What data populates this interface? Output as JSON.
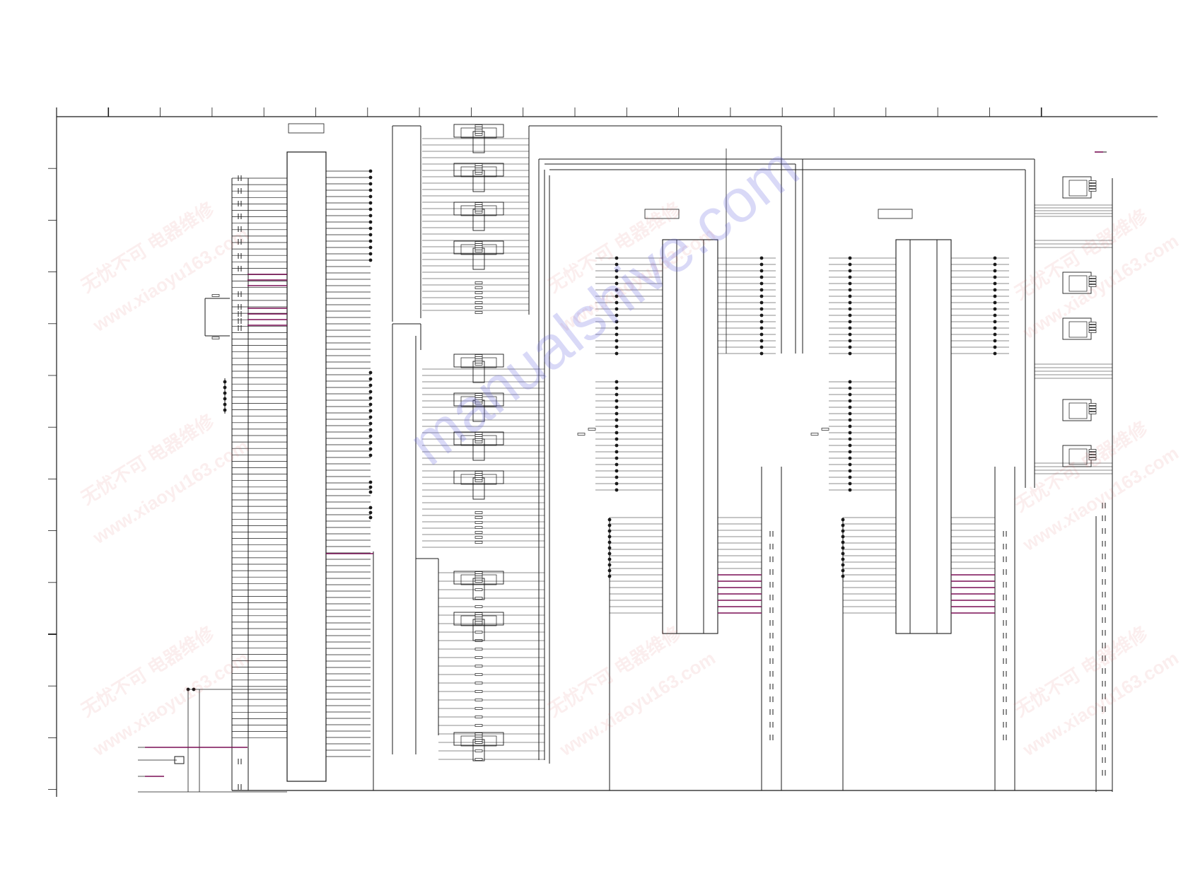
{
  "sheet": {
    "line_color": "#1a1a1a",
    "wire_color": "#4a4a4a",
    "bus_color": "#7a0f55",
    "frame_ticks_top": 20,
    "frame_ticks_left": 13
  },
  "watermarks": {
    "main": "manualshive.com",
    "site_cn": "无忧不可",
    "site_url": "www.xiaoyu163.com",
    "site_cn2": "电器维修"
  }
}
